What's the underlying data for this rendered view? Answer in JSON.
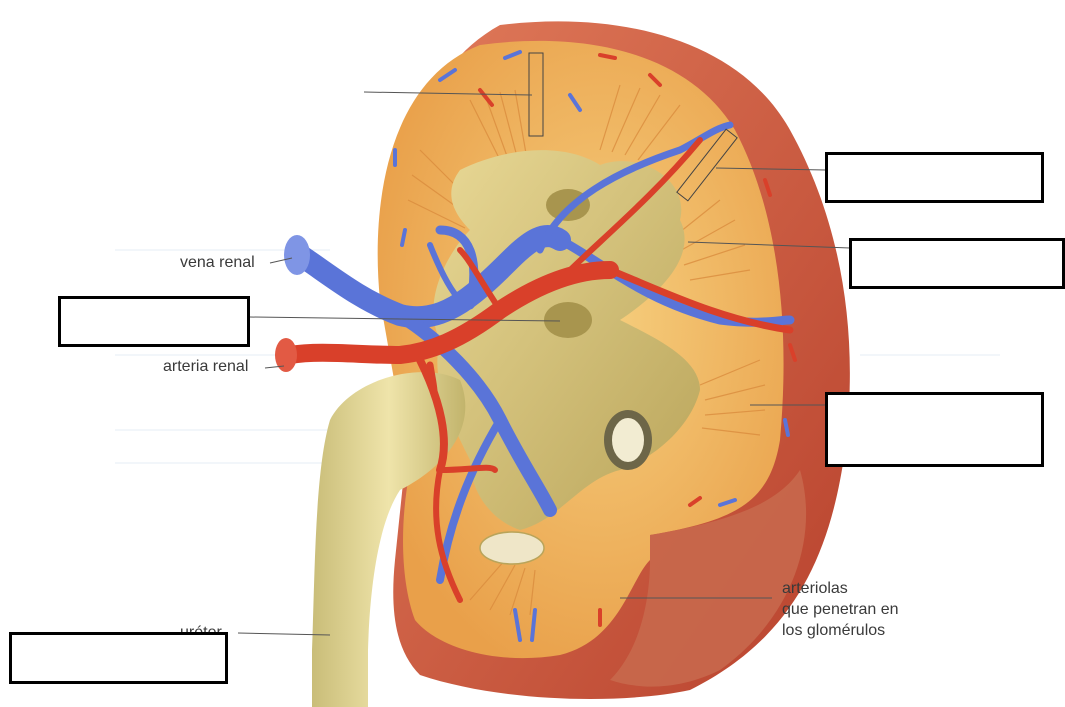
{
  "colors": {
    "capsule": "#c9503a",
    "cortex": "#f0b458",
    "pelvis": "#d8c27a",
    "ureter": "#e3d79a",
    "artery": "#d9402a",
    "vein": "#5a74d8",
    "leader": "#555555"
  },
  "labels": {
    "vena_renal": "vena renal",
    "arteria_renal": "arteria renal",
    "ureter": "uréter",
    "arteriolas_line1": "arteriolas",
    "arteriolas_line2": "que penetran en",
    "arteriolas_line3": "los glomérulos"
  },
  "answer_boxes": [
    {
      "id": "left-upper",
      "value": ""
    },
    {
      "id": "right-upper",
      "value": ""
    },
    {
      "id": "right-middle",
      "value": ""
    },
    {
      "id": "right-lower",
      "value": ""
    },
    {
      "id": "bottom-left",
      "value": ""
    }
  ]
}
